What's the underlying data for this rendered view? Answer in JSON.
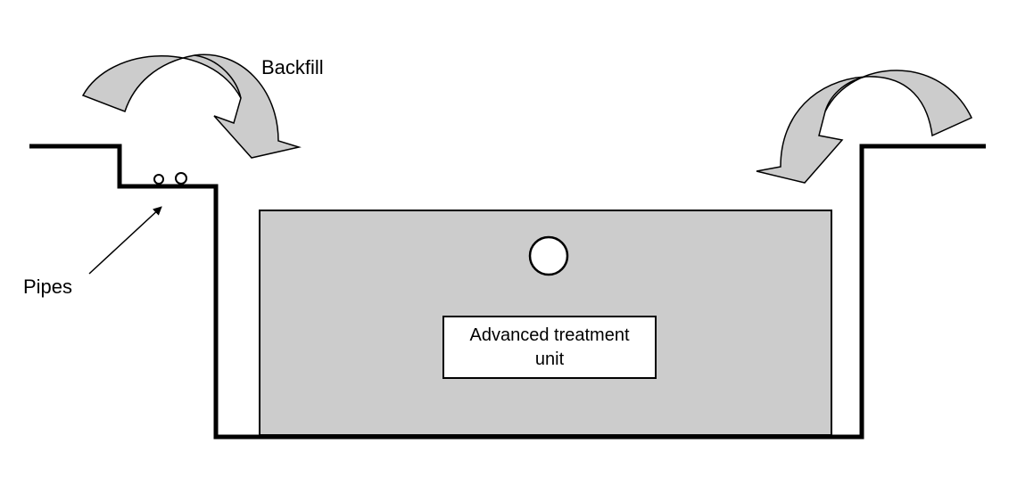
{
  "labels": {
    "backfill": "Backfill",
    "pipes": "Pipes",
    "unit_line1": "Advanced treatment",
    "unit_line2": "unit"
  },
  "colors": {
    "ink": "#000000",
    "fill_gray": "#cccccc",
    "background": "#ffffff"
  }
}
